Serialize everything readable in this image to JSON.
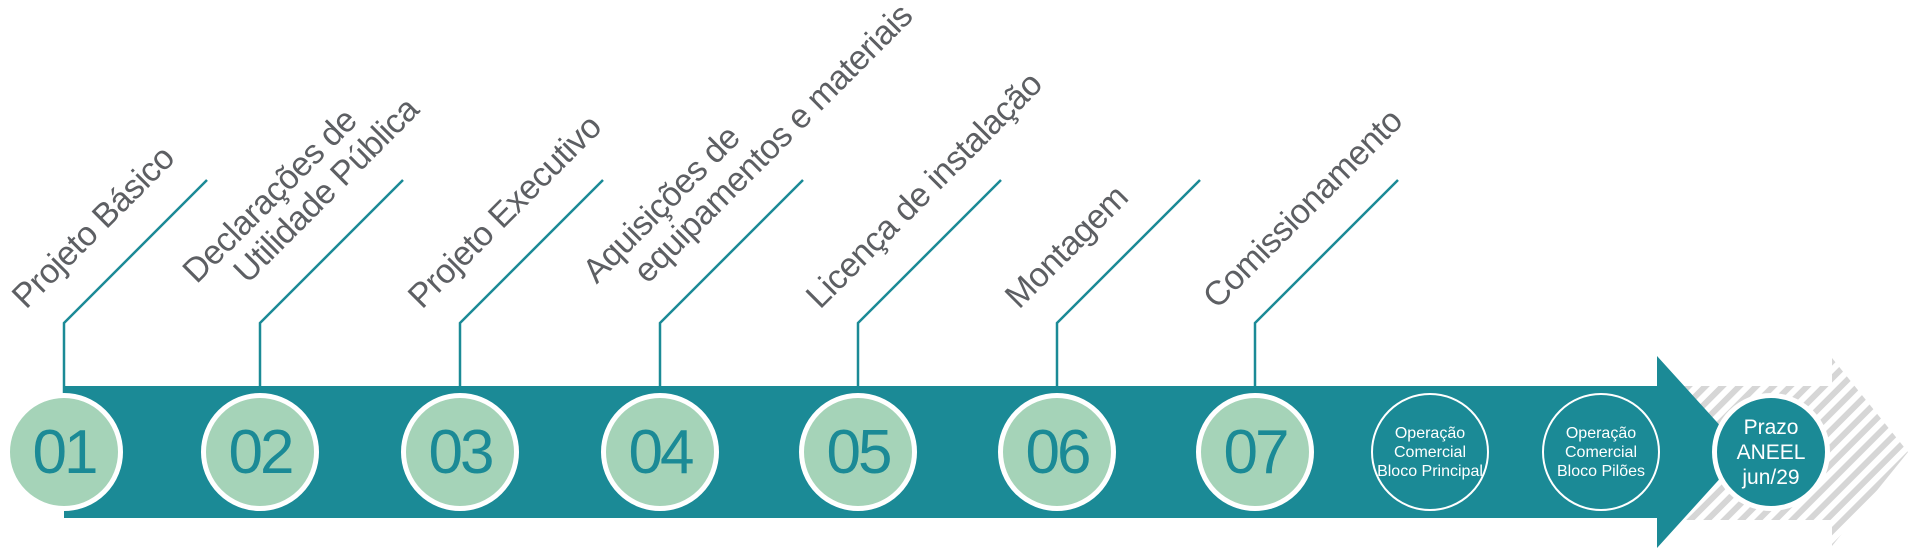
{
  "steps": [
    {
      "number": "01",
      "lines": [
        "Projeto Básico"
      ]
    },
    {
      "number": "02",
      "lines": [
        "Declarações de",
        "Utilidade Pública"
      ]
    },
    {
      "number": "03",
      "lines": [
        "Projeto Executivo"
      ]
    },
    {
      "number": "04",
      "lines": [
        "Aquisições de",
        "equipamentos e materiais"
      ]
    },
    {
      "number": "05",
      "lines": [
        "Licença de instalação"
      ]
    },
    {
      "number": "06",
      "lines": [
        "Montagem"
      ]
    },
    {
      "number": "07",
      "lines": [
        "Comissionamento"
      ]
    }
  ],
  "milestones": [
    {
      "lines": [
        "Operação",
        "Comercial",
        "Bloco Principal"
      ]
    },
    {
      "lines": [
        "Operação",
        "Comercial",
        "Bloco Pilões"
      ]
    }
  ],
  "final": {
    "lines": [
      "Prazo",
      "ANEEL",
      "jun/29"
    ]
  },
  "colors": {
    "teal": "#1b8a96",
    "light_green": "#a5d3b8",
    "label_gray": "#5d5f63",
    "hatch_gray": "#d6d6d6"
  }
}
